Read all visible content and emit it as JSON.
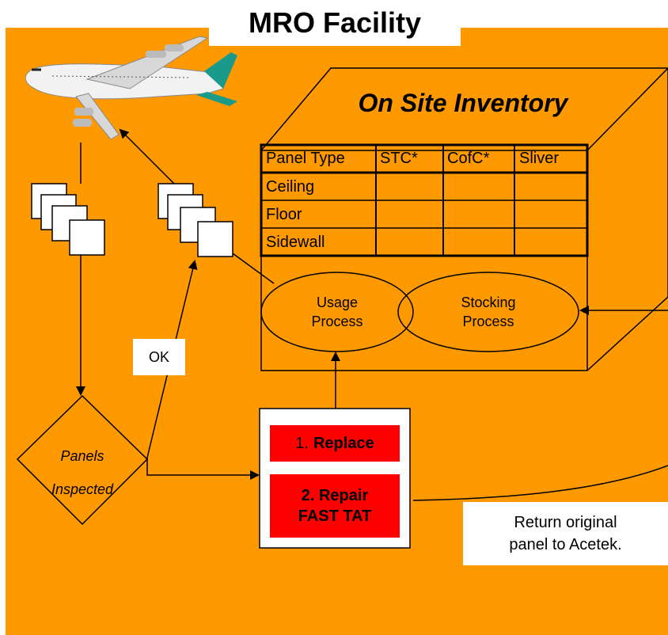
{
  "title": "MRO Facility",
  "inventory": {
    "title": "On Site Inventory",
    "columns": [
      "Panel Type",
      "STC*",
      "CofC*",
      "Sliver"
    ],
    "rows": [
      "Ceiling",
      "Floor",
      "Sidewall"
    ]
  },
  "processes": {
    "usage": [
      "Usage",
      "Process"
    ],
    "stocking": [
      "Stocking",
      "Process"
    ]
  },
  "ok_label": "OK",
  "decision": [
    "Panels",
    "Inspected"
  ],
  "options": {
    "replace_number": "1.",
    "replace_label": "Replace",
    "repair_line1": "2. Repair",
    "repair_line2": "FAST TAT"
  },
  "return_note": [
    "Return original",
    "panel to Acetek."
  ],
  "colors": {
    "background": "#ff9900",
    "highlight": "#ff0000",
    "airplane_tail": "#1a9a8a"
  }
}
